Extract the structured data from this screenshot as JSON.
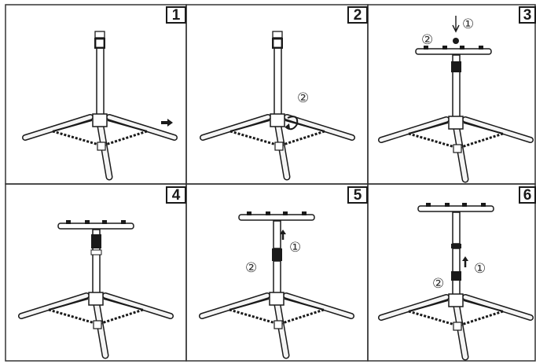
{
  "panels": [
    {
      "number": "1",
      "markers": []
    },
    {
      "number": "2",
      "markers": [
        "②"
      ]
    },
    {
      "number": "3",
      "markers": [
        "①",
        "②"
      ]
    },
    {
      "number": "4",
      "markers": []
    },
    {
      "number": "5",
      "markers": [
        "①",
        "②"
      ]
    },
    {
      "number": "6",
      "markers": [
        "①",
        "②"
      ]
    }
  ],
  "colors": {
    "line": "#1a1a1a",
    "panel_border": "#333333",
    "tube_fill": "#f4f4f4"
  }
}
